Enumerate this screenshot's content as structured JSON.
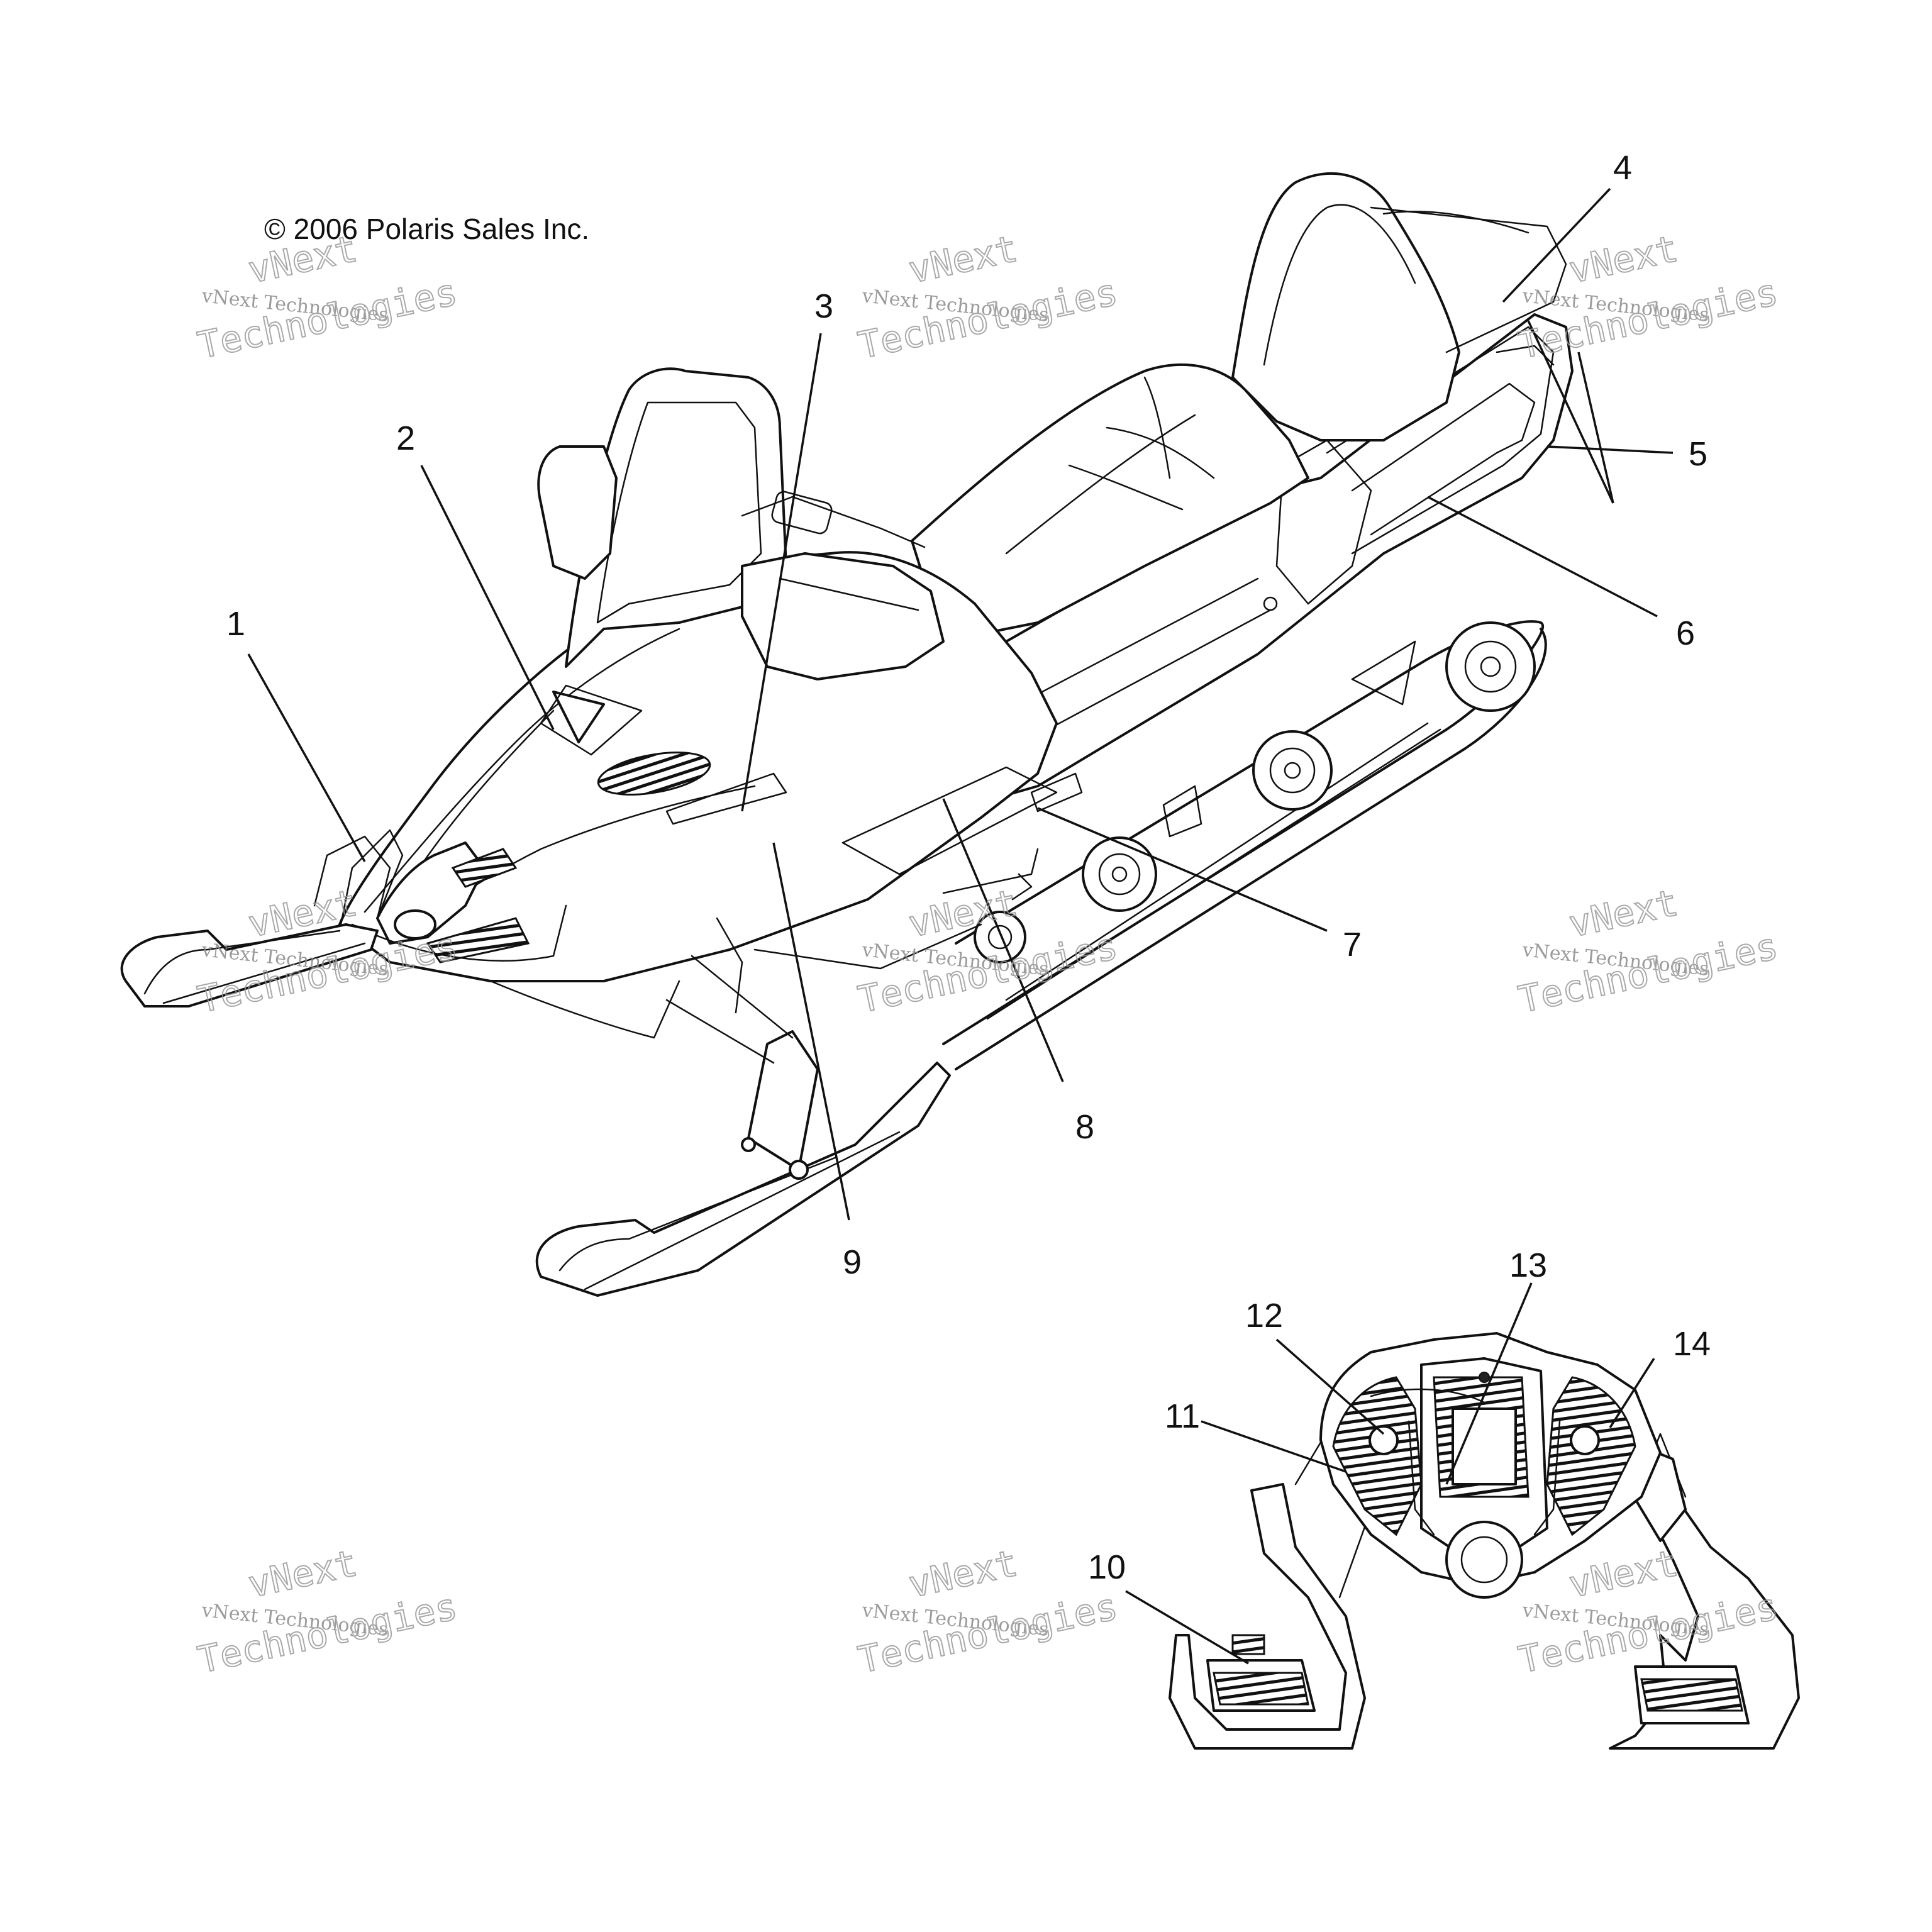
{
  "copyright": "© 2006 Polaris Sales Inc.",
  "callouts": [
    "1",
    "2",
    "3",
    "4",
    "5",
    "6",
    "7",
    "8",
    "9",
    "10",
    "11",
    "12",
    "13",
    "14"
  ],
  "watermark": {
    "line1": "vNext",
    "line2": "vNext Technologies",
    "line3": "Technologies"
  },
  "colors": {
    "line": "#111111",
    "watermark": "#9a9a9a",
    "background": "#ffffff"
  }
}
